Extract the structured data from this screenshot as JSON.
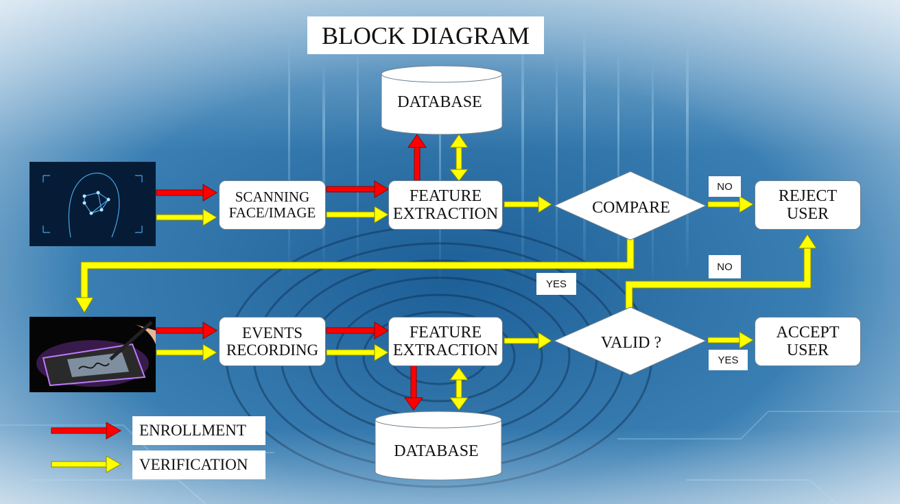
{
  "title": "BLOCK DIAGRAM",
  "nodes": {
    "database_top": "DATABASE",
    "database_bottom": "DATABASE",
    "scanning": "SCANNING\nFACE/IMAGE",
    "feature_extraction_top": "FEATURE\nEXTRACTION",
    "compare": "COMPARE",
    "reject_user": "REJECT\nUSER",
    "events_recording": "EVENTS\nRECORDING",
    "feature_extraction_bottom": "FEATURE\nEXTRACTION",
    "valid": "VALID ?",
    "accept_user": "ACCEPT\nUSER"
  },
  "edge_labels": {
    "compare_no": "NO",
    "compare_yes": "YES",
    "valid_no": "NO",
    "valid_yes": "YES"
  },
  "legend": {
    "enrollment": "ENROLLMENT",
    "verification": "VERIFICATION"
  },
  "colors": {
    "enrollment_arrow": "#ff0000",
    "verification_arrow": "#ffff00",
    "background_dark": "#0e3f6c",
    "background_light": "#cfe1ef"
  },
  "icons": {
    "face_image": "face-scan-image",
    "signature_pad": "signature-pad-image"
  }
}
